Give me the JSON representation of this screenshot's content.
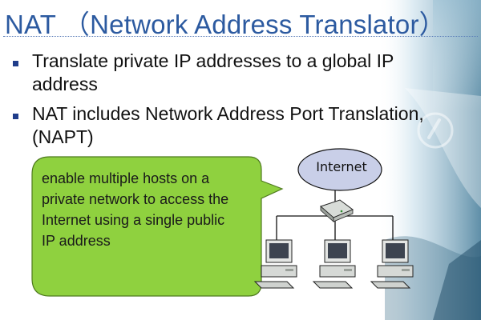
{
  "slide": {
    "title": "NAT （Network Address Translator）",
    "bullets": [
      {
        "text": "Translate private IP addresses to a global IP address"
      },
      {
        "text": "NAT includes Network Address Port Translation, (NAPT)"
      }
    ],
    "callout": {
      "text": "enable multiple hosts on a private network to access the Internet using a single public IP address"
    },
    "diagram": {
      "cloud_label": "Internet",
      "host_count": 3
    },
    "colors": {
      "title": "#2c5aa0",
      "bullet_marker": "#1f3d8a",
      "callout_fill": "#8fd13f",
      "cloud_fill": "#c9cfe8"
    }
  }
}
